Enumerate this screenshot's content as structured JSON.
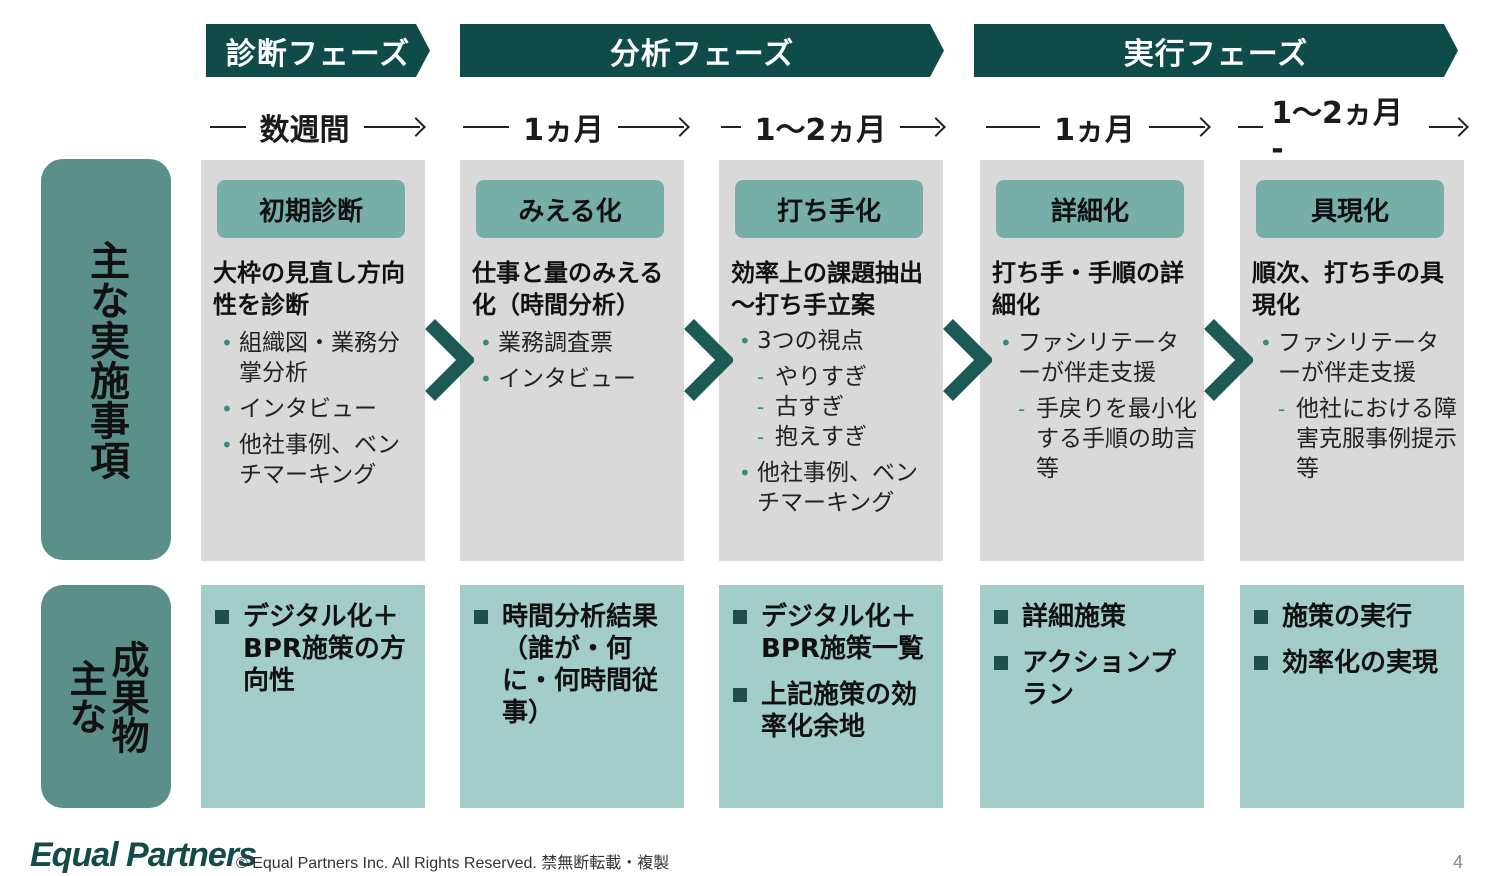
{
  "phases": [
    {
      "label": "診断フェーズ"
    },
    {
      "label": "分析フェーズ"
    },
    {
      "label": "実行フェーズ"
    }
  ],
  "durations": [
    "数週間",
    "1ヵ月",
    "1～2ヵ月",
    "1ヵ月",
    "1～2ヵ月 -"
  ],
  "side_labels": {
    "main": "主な実施事項",
    "outputs_col1": "成果物",
    "outputs_col2": "主な"
  },
  "columns": [
    {
      "badge": "初期診断",
      "headline": "大枠の見直し方向性を診断",
      "items": [
        {
          "level": 1,
          "text": "組織図・業務分掌分析"
        },
        {
          "level": 1,
          "text": "インタビュー"
        },
        {
          "level": 1,
          "text": "他社事例、ベンチマーキング"
        }
      ],
      "outputs": [
        "デジタル化＋BPR施策の方向性"
      ]
    },
    {
      "badge": "みえる化",
      "headline": "仕事と量のみえる化（時間分析）",
      "items": [
        {
          "level": 1,
          "text": "業務調査票"
        },
        {
          "level": 1,
          "text": "インタビュー"
        }
      ],
      "outputs": [
        "時間分析結果（誰が・何に・何時間従事）"
      ]
    },
    {
      "badge": "打ち手化",
      "headline": "効率上の課題抽出～打ち手立案",
      "items": [
        {
          "level": 1,
          "text": "3つの視点"
        },
        {
          "level": 2,
          "text": "やりすぎ"
        },
        {
          "level": 2,
          "text": "古すぎ"
        },
        {
          "level": 2,
          "text": "抱えすぎ"
        },
        {
          "level": 1,
          "text": "他社事例、ベンチマーキング"
        }
      ],
      "outputs": [
        "デジタル化＋BPR施策一覧",
        "上記施策の効率化余地"
      ]
    },
    {
      "badge": "詳細化",
      "headline": "打ち手・手順の詳細化",
      "items": [
        {
          "level": 1,
          "text": "ファシリテーターが伴走支援"
        },
        {
          "level": 2,
          "text": "手戻りを最小化する手順の助言等"
        }
      ],
      "outputs": [
        "詳細施策",
        "アクションプラン"
      ]
    },
    {
      "badge": "具現化",
      "headline": "順次、打ち手の具現化",
      "items": [
        {
          "level": 1,
          "text": "ファシリテーターが伴走支援"
        },
        {
          "level": 2,
          "text": "他社における障害克服事例提示等"
        }
      ],
      "outputs": [
        "施策の実行",
        "効率化の実現"
      ]
    }
  ],
  "footer": {
    "logo": "Equal Partners",
    "copyright": "© Equal Partners Inc. All Rights Reserved. 禁無断転載・複製",
    "page_number": "4"
  },
  "colors": {
    "banner": "#0f4b48",
    "side_label": "#5a9089",
    "column_bg": "#d9d9d9",
    "badge": "#78aea8",
    "output_bg": "#a2cdc8",
    "chevron": "#1e5a55"
  }
}
